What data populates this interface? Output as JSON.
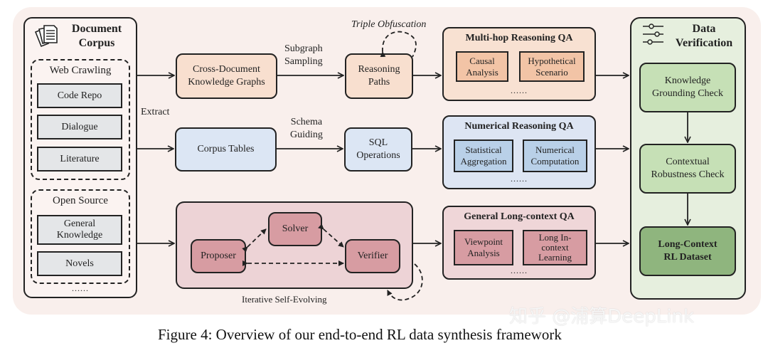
{
  "corpus": {
    "title_line1": "Document",
    "title_line2": "Corpus",
    "icon": "document-stack-icon",
    "web_crawling": {
      "label": "Web Crawling",
      "items": [
        "Code Repo",
        "Dialogue",
        "Literature"
      ]
    },
    "open_source": {
      "label": "Open Source",
      "items": [
        "General\nKnowledge",
        "Novels"
      ]
    },
    "ellipsis": "......"
  },
  "edges": {
    "extract": "Extract",
    "subgraph_sampling": "Subgraph\nSampling",
    "schema_guiding": "Schema\nGuiding",
    "triple_obfuscation": "Triple Obfuscation",
    "iterative_self_evolving": "Iterative Self-Evolving"
  },
  "row1": {
    "kg": "Cross-Document\nKnowledge Graphs",
    "paths": "Reasoning\nPaths",
    "qa_title": "Multi-hop Reasoning QA",
    "qa_items": [
      "Causal\nAnalysis",
      "Hypothetical\nScenario"
    ],
    "ellipsis": "......"
  },
  "row2": {
    "tables": "Corpus Tables",
    "sql": "SQL\nOperations",
    "qa_title": "Numerical Reasoning QA",
    "qa_items": [
      "Statistical\nAggregation",
      "Numerical\nComputation"
    ],
    "ellipsis": "......"
  },
  "row3": {
    "proposer": "Proposer",
    "solver": "Solver",
    "verifier": "Verifier",
    "qa_title": "General Long-context QA",
    "qa_items": [
      "Viewpoint\nAnalysis",
      "Long In-\ncontext\nLearning"
    ],
    "ellipsis": "......"
  },
  "verification": {
    "title_line1": "Data",
    "title_line2": "Verification",
    "icon": "sliders-icon",
    "steps": [
      "Knowledge\nGrounding Check",
      "Contextual\nRobustness Check"
    ],
    "output": "Long-Context\nRL Dataset"
  },
  "watermark": "知乎 @浦算DeepLink",
  "caption": "Figure 4: Overview of our end-to-end RL data synthesis framework",
  "colors": {
    "canvas": "#f9efec",
    "orange_box": "#f8dfcf",
    "orange_inner": "#f2c4a6",
    "blue_box": "#dce6f4",
    "blue_inner": "#b9d0e8",
    "pink_box": "#edd3d6",
    "pink_inner": "#d79ca2",
    "green_panel": "#e6efde",
    "green_box": "#c6e0b6",
    "green_output": "#8fb57e",
    "gray_item": "#e4e6e8"
  }
}
